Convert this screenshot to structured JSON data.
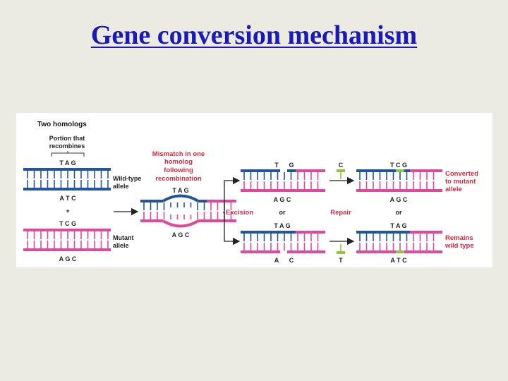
{
  "title": "Gene conversion mechanism",
  "colors": {
    "background": "#ecebe2",
    "title": "#1a1ab8",
    "blue_strand": "#23559e",
    "pink_strand": "#e0489a",
    "green_patch": "#8cc640",
    "red_label": "#d8283c"
  },
  "labels": {
    "two_homologs": "Two homologs",
    "portion_recombines": [
      "Portion that",
      "recombines"
    ],
    "tag_top": "T A G",
    "wild_type_allele": [
      "Wild-type",
      "allele"
    ],
    "atc": "A T C",
    "plus": "+",
    "tcg": "T C G",
    "mutant_allele": [
      "Mutant",
      "allele"
    ],
    "agc_bottom": "A G C",
    "mismatch": [
      "Mismatch in one",
      "homolog",
      "following",
      "recombination"
    ],
    "heteroduplex_top": "T A G",
    "heteroduplex_bottom": "A G C",
    "excision": "Excision",
    "repair": "Repair",
    "or_left": "or",
    "or_right": "or",
    "e1_top": [
      "T",
      "G"
    ],
    "e1_bottom": "A G C",
    "e2_top": "T A G",
    "e2_bottom": [
      "A",
      "C"
    ],
    "patch_c": "C",
    "patch_t": "T",
    "r1_top": "T C G",
    "r1_bottom": "A G C",
    "r2_top": "T A G",
    "r2_bottom": "A T C",
    "converted": [
      "Converted",
      "to mutant",
      "allele"
    ],
    "remains_wild": [
      "Remains",
      "wild type"
    ]
  }
}
